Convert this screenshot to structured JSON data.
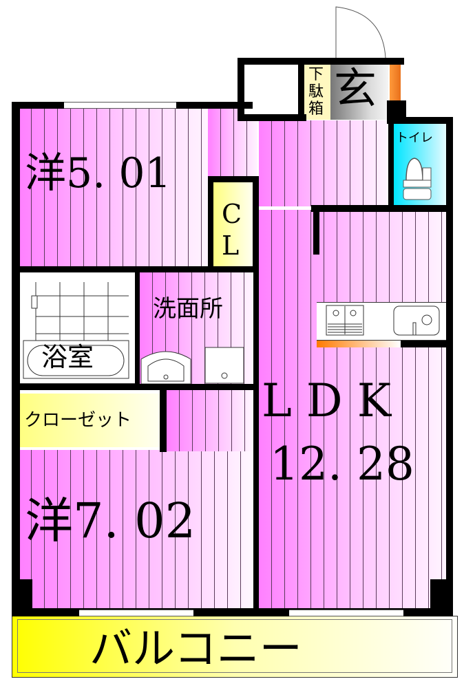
{
  "floorplan": {
    "rooms": {
      "western1": {
        "label": "洋5. 01",
        "type": "洋室",
        "size_jo": "5.01"
      },
      "cl": {
        "label_top": "C",
        "label_bottom": "L"
      },
      "entrance": {
        "label": "玄"
      },
      "shoe_box": {
        "label_1": "下",
        "label_2": "駄",
        "label_3": "箱"
      },
      "toilet": {
        "label": "トイレ"
      },
      "bath": {
        "label": "浴室"
      },
      "washroom": {
        "label": "洗面所"
      },
      "closet": {
        "label": "クローゼット"
      },
      "western2": {
        "label": "洋7. 02",
        "type": "洋室",
        "size_jo": "7.02"
      },
      "ldk": {
        "label": "L D K",
        "size": "12. 28"
      },
      "balcony": {
        "label": "バルコニー"
      }
    },
    "colors": {
      "floor_pink": "#ff80ff",
      "storage_yellow": "#ffff80",
      "toilet_cyan": "#00e5ff",
      "entrance_gray": "#888888",
      "accent_orange": "#ff8c1a",
      "wall": "#000000"
    }
  }
}
